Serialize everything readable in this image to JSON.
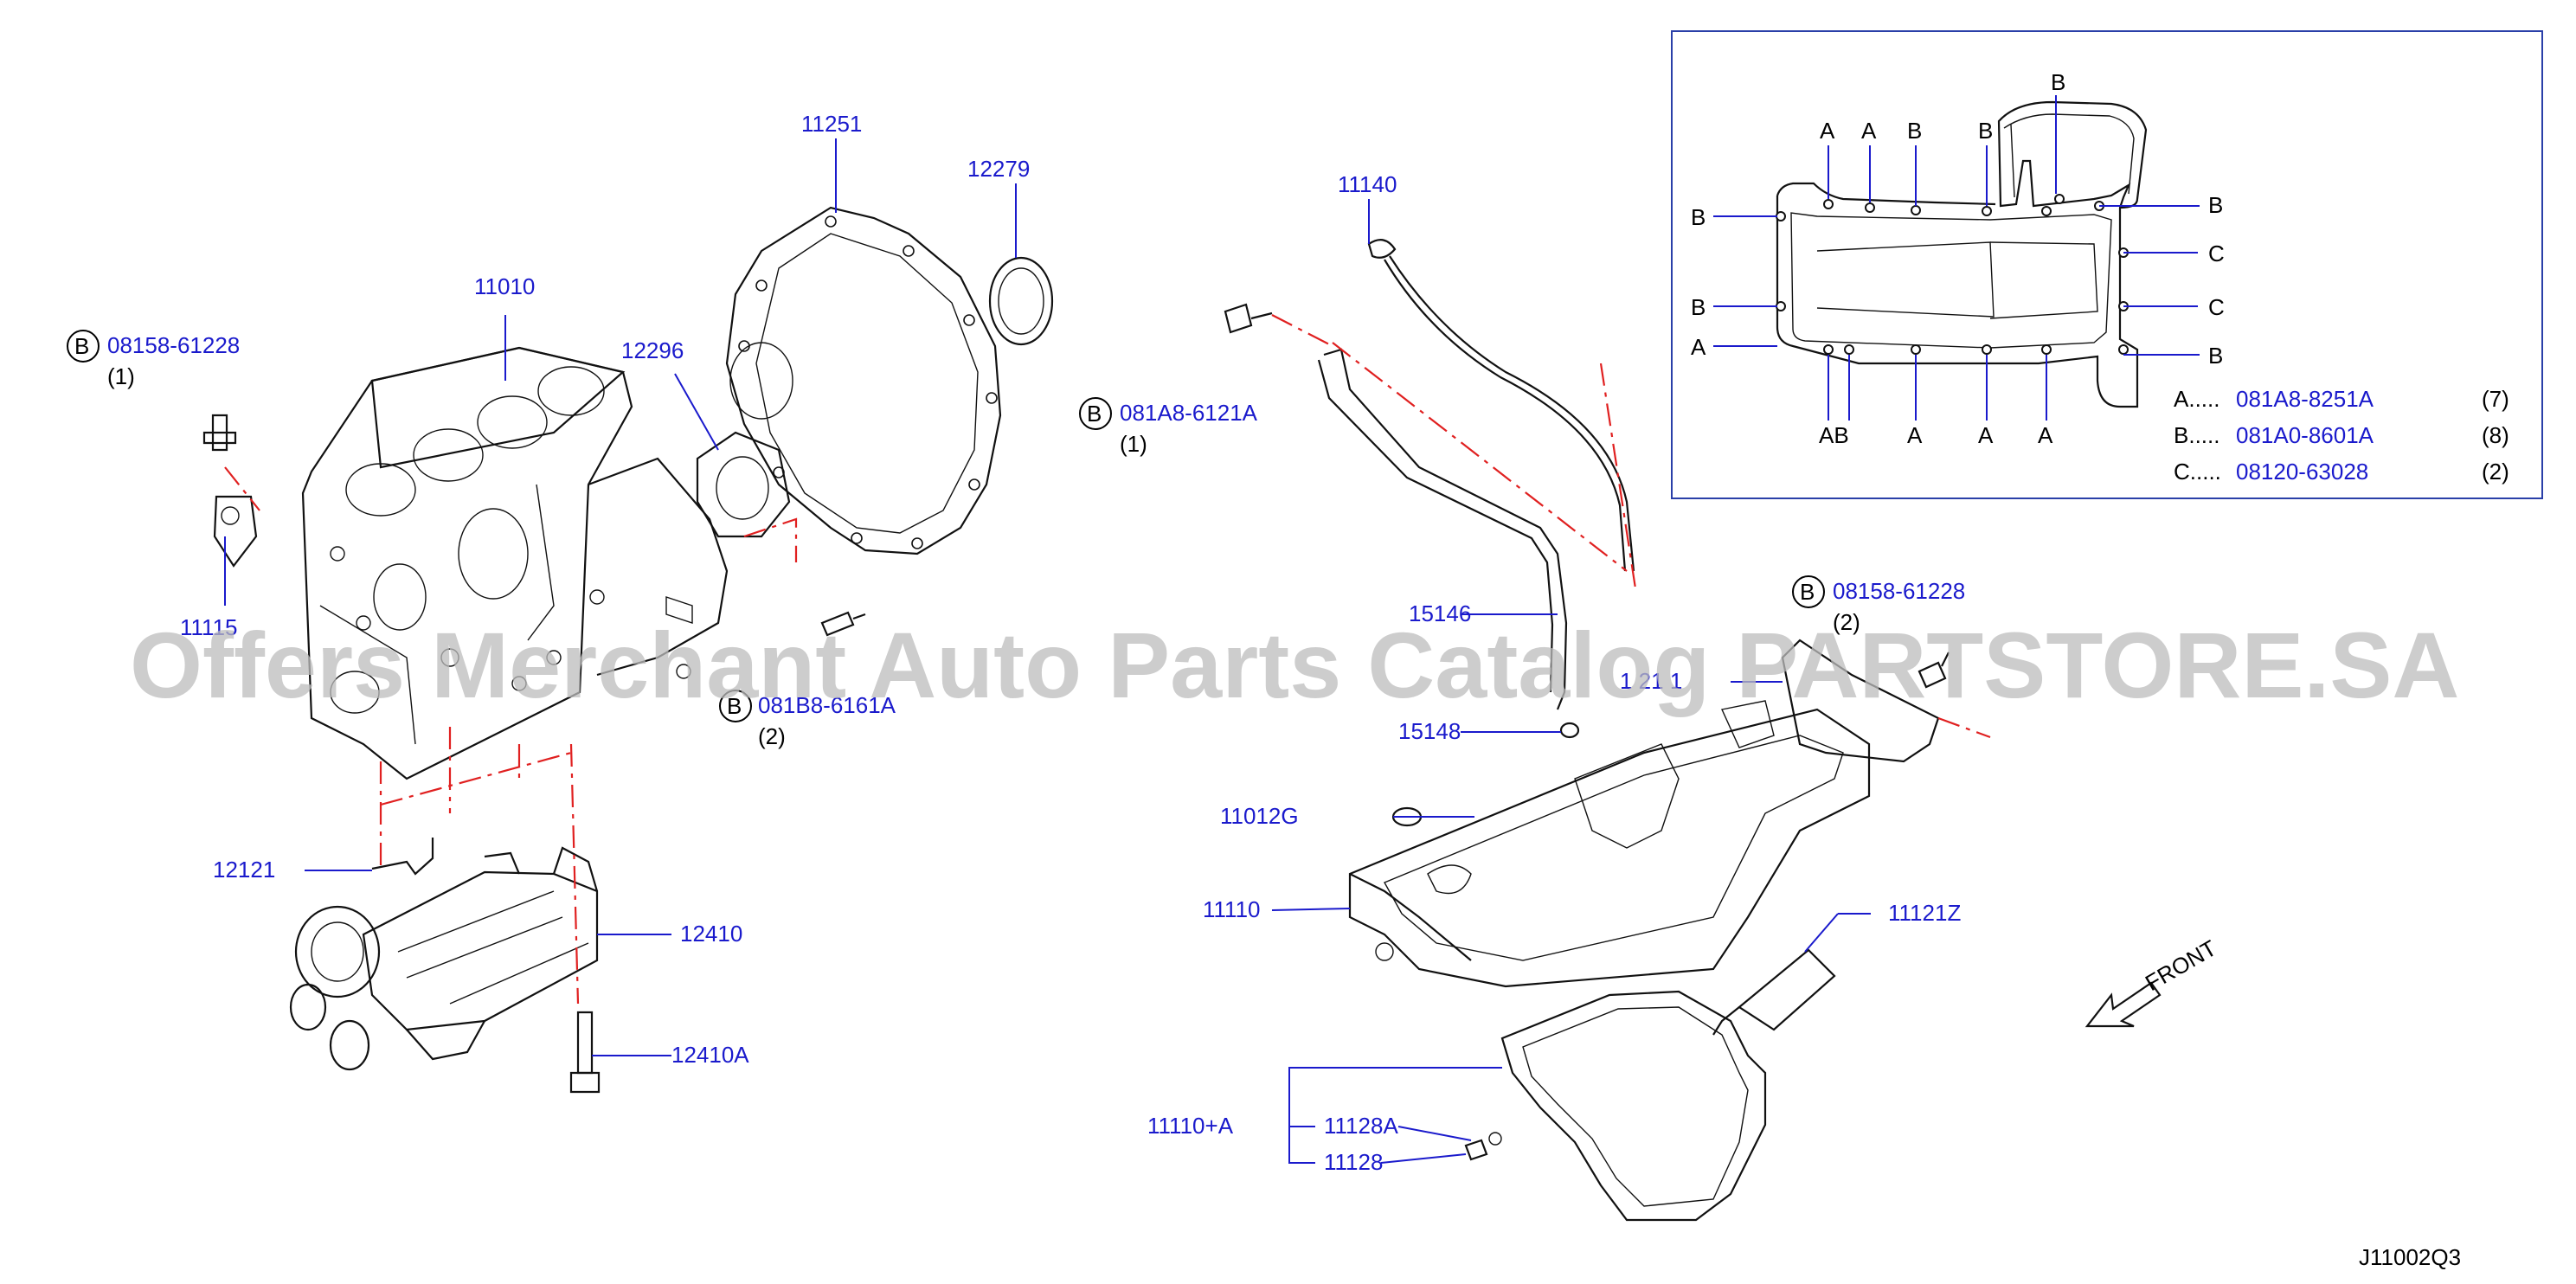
{
  "watermark": "Offers Merchant Auto Parts Catalog PARTSTORE.SA",
  "diagram_code": "J11002Q3",
  "front_label": "FRONT",
  "bolt_badge": "B",
  "parts": {
    "p11010": "11010",
    "p11251": "11251",
    "p12279": "12279",
    "p12296": "12296",
    "p11140": "11140",
    "p15146": "15146",
    "p15148": "15148",
    "p11012g": "11012G",
    "p11110": "11110",
    "p11121z": "11121Z",
    "p11110a": "11110+A",
    "p11128a": "11128A",
    "p11128": "11128",
    "p12121": "12121",
    "p12410": "12410",
    "p12410a": "12410A",
    "p11115": "11115",
    "p11121_partial": "1 21 1"
  },
  "bolts": {
    "left_top": {
      "code": "08158-61228",
      "qty": "(1)"
    },
    "center": {
      "code": "081B8-6161A",
      "qty": "(2)"
    },
    "dipstick": {
      "code": "081A8-6121A",
      "qty": "(1)"
    },
    "oilpan": {
      "code": "08158-61228",
      "qty": "(2)"
    }
  },
  "inset": {
    "letters": {
      "a": "A",
      "b": "B",
      "c": "C",
      "ab": "AB"
    },
    "legend": [
      {
        "key": "A.....",
        "code": "081A8-8251A",
        "qty": "(7)"
      },
      {
        "key": "B.....",
        "code": "081A0-8601A",
        "qty": "(8)"
      },
      {
        "key": "C.....",
        "code": "08120-63028",
        "qty": "(2)"
      }
    ]
  },
  "colors": {
    "part_number": "#1a1acc",
    "phantom_line": "#e02020",
    "inset_border": "#2a3fa8",
    "watermark": "#bdbdbd"
  }
}
